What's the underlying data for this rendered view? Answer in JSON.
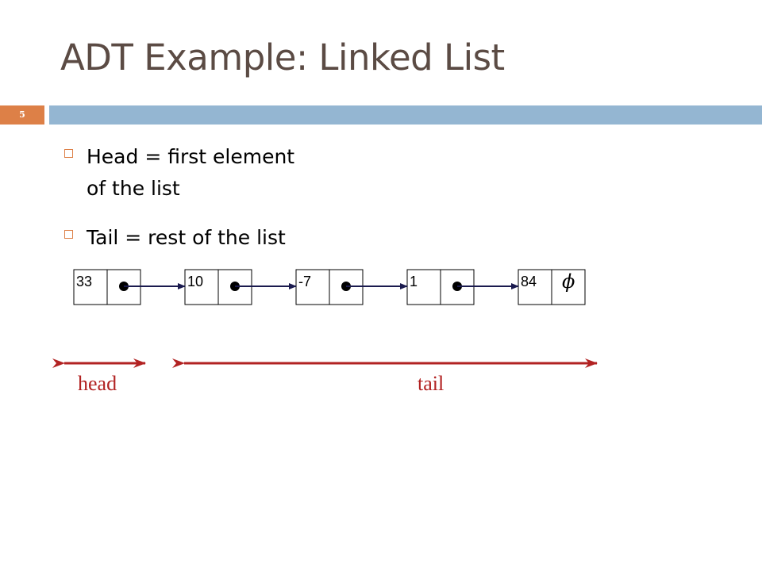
{
  "slide": {
    "title": "ADT Example: Linked List",
    "slide_number": "5",
    "accent_color": "#dd8047",
    "bar_color": "#94b6d2",
    "title_color": "#5b4b44"
  },
  "bullets": [
    {
      "line1": "Head = first element",
      "line2": "of the list"
    },
    {
      "line1": "Tail = rest of the list"
    }
  ],
  "linked_list": {
    "nodes": [
      "33",
      "10",
      "-7",
      "1",
      "84"
    ],
    "null_symbol": "ϕ"
  },
  "ranges": {
    "head_label": "head",
    "tail_label": "tail",
    "arrow_color": "#b22222"
  }
}
